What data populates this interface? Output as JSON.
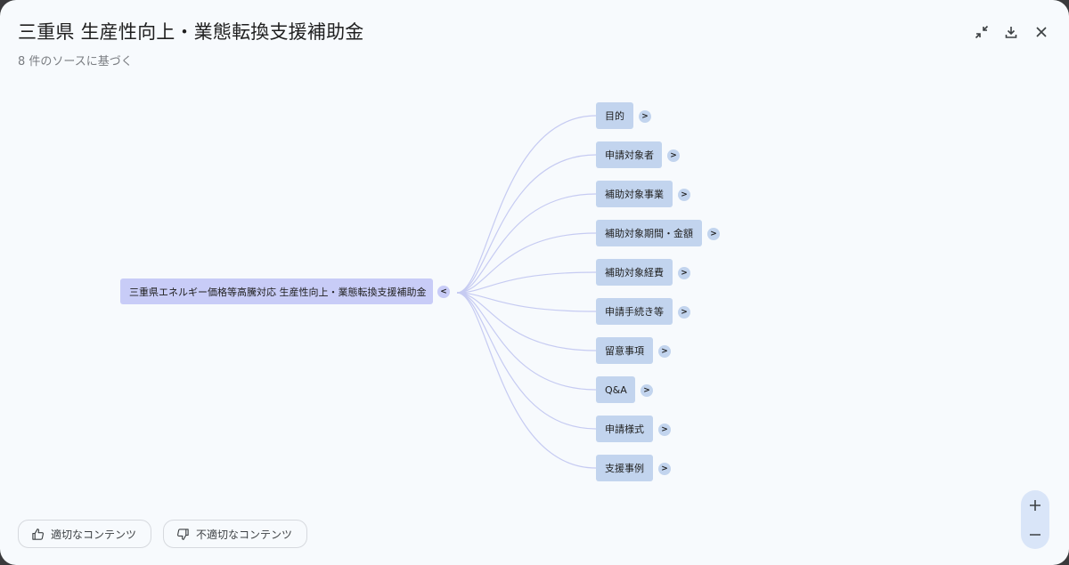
{
  "header": {
    "title": "三重県 生産性向上・業態転換支援補助金",
    "subtitle": "8 件のソースに基づく",
    "icons": [
      "collapse-icon",
      "download-icon",
      "close-icon"
    ]
  },
  "mindmap": {
    "root": {
      "label": "三重県エネルギー価格等高騰対応 生産性向上・業態転換支援補助金",
      "toggle": "<"
    },
    "children": [
      {
        "label": "目的",
        "toggle": ">"
      },
      {
        "label": "申請対象者",
        "toggle": ">"
      },
      {
        "label": "補助対象事業",
        "toggle": ">"
      },
      {
        "label": "補助対象期間・金額",
        "toggle": ">"
      },
      {
        "label": "補助対象経費",
        "toggle": ">"
      },
      {
        "label": "申請手続き等",
        "toggle": ">"
      },
      {
        "label": "留意事項",
        "toggle": ">"
      },
      {
        "label": "Q&A",
        "toggle": ">"
      },
      {
        "label": "申請様式",
        "toggle": ">"
      },
      {
        "label": "支援事例",
        "toggle": ">"
      }
    ],
    "colors": {
      "root_fill": "#c8ccf7",
      "child_fill": "#c2d4ee",
      "link": "#c6cbf2"
    }
  },
  "footer": {
    "good_label": "適切なコンテンツ",
    "bad_label": "不適切なコンテンツ",
    "zoom_in": "+",
    "zoom_out": "−"
  }
}
